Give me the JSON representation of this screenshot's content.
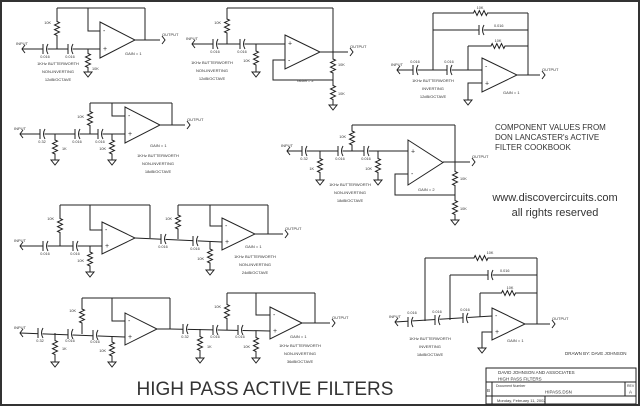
{
  "title": "HIGH PASS ACTIVE FILTERS",
  "notes": {
    "source_lines": [
      "COMPONENT VALUES FROM",
      "DON LANCASTER's ACTIVE",
      "FILTER COOKBOOK"
    ],
    "website": "www.discovercircuits.com",
    "rights": "all rights reserved",
    "drawn_by": "DRAWN BY: DAVE JOHNSON"
  },
  "title_block": {
    "company": "DAVID JOHNSON AND ASSOCIATES",
    "sheet_title": "HIGH PASS FILTERS",
    "size": "B",
    "doc_label": "Document Number",
    "doc_number": "HIPASS.DSN",
    "rev_label": "REV",
    "rev": "A",
    "date": "Monday, February 11, 2002"
  },
  "circuits": [
    {
      "input": "INPUT",
      "output": "OUTPUT",
      "gain": "GAIN = 1",
      "desc": [
        "1KHz BUTTERWORTH",
        "NON-INVERTING",
        "12dB/OCTAVE"
      ],
      "values": [
        "0.016",
        "0.016",
        "10K",
        "10K"
      ]
    },
    {
      "input": "INPUT",
      "output": "OUTPUT",
      "gain": "GAIN = 2",
      "desc": [
        "1KHz BUTTERWORTH",
        "NON-INVERTING",
        "12dB/OCTAVE"
      ],
      "values": [
        "0.016",
        "0.016",
        "10K",
        "10K",
        "10K",
        "10K"
      ]
    },
    {
      "input": "INPUT",
      "output": "OUTPUT",
      "gain": "GAIN = 1",
      "desc": [
        "1KHz BUTTERWORTH",
        "INVERTING",
        "12dB/OCTAVE"
      ],
      "values": [
        "0.016",
        "0.016",
        "10K",
        "0.016",
        "10K"
      ]
    },
    {
      "input": "INPUT",
      "output": "OUTPUT",
      "gain": "GAIN = 1",
      "desc": [
        "1KHz BUTTERWORTH",
        "NON-INVERTING",
        "18dB/OCTAVE"
      ],
      "values": [
        "0.32",
        "1K",
        "0.016",
        "0.016",
        "10K",
        "10K"
      ]
    },
    {
      "input": "INPUT",
      "output": "OUTPUT",
      "gain": "GAIN = 2",
      "desc": [
        "1KHz BUTTERWORTH",
        "NON-INVERTING",
        "18dB/OCTAVE"
      ],
      "values": [
        "0.32",
        "1K",
        "0.016",
        "0.016",
        "10K",
        "10K",
        "10K",
        "10K"
      ]
    },
    {
      "input": "INPUT",
      "output": "OUTPUT",
      "gain": "GAIN = 1",
      "desc": [
        "1KHz BUTTERWORTH",
        "NON-INVERTING",
        "24dB/OCTAVE"
      ],
      "values": [
        "0.016",
        "0.016",
        "10K",
        "10K",
        "0.016",
        "0.016",
        "10K",
        "10K"
      ]
    },
    {
      "input": "INPUT",
      "output": "OUTPUT",
      "gain": "GAIN = 1",
      "desc": [
        "1KHz BUTTERWORTH",
        "NON-INVERTING",
        "36dB/OCTAVE"
      ],
      "values": [
        "0.32",
        "1K",
        "0.016",
        "0.016",
        "10K",
        "10K",
        "0.32",
        "1K",
        "0.016",
        "0.016",
        "10K",
        "10K"
      ]
    },
    {
      "input": "INPUT",
      "output": "OUTPUT",
      "gain": "GAIN = 1",
      "desc": [
        "1KHz BUTTERWORTH",
        "INVERTING",
        "18dB/OCTAVE"
      ],
      "values": [
        "0.016",
        "0.016",
        "0.016",
        "10K",
        "0.016",
        "10K"
      ]
    }
  ]
}
